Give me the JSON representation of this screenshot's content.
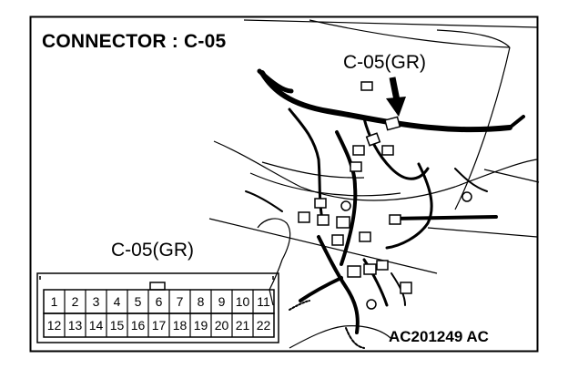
{
  "title": "CONNECTOR : C-05",
  "callout_top": "C-05(GR)",
  "callout_left": "C-05(GR)",
  "figure_id": "AC201249 AC",
  "pins_row1": [
    "1",
    "2",
    "3",
    "4",
    "5",
    "6",
    "7",
    "8",
    "9",
    "10",
    "11"
  ],
  "pins_row2": [
    "12",
    "13",
    "14",
    "15",
    "16",
    "17",
    "18",
    "19",
    "20",
    "21",
    "22"
  ],
  "colors": {
    "ink": "#000000",
    "paper": "#ffffff"
  }
}
